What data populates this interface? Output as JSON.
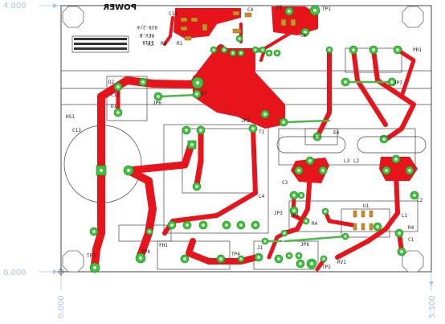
{
  "dimensions": {
    "y_top": "4.000",
    "y_origin": "0.000",
    "x_origin": "0.000",
    "x_right": "5.500"
  },
  "logo": "POWER",
  "board_text": [
    "029-2/4",
    "REV.B",
    "1118"
  ],
  "labels": {
    "C14": "C14",
    "R1": "R1",
    "R2": "R2",
    "R3": "R3",
    "C5": "C5",
    "C6": "C6",
    "C13": "C13",
    "C12": "C12",
    "C4": "C4",
    "C3": "C3",
    "C2": "C2",
    "C1": "C1",
    "D1": "D1",
    "D2": "D2",
    "Q1": "Q1",
    "HS1": "HS1",
    "JP1": "JP1",
    "JP2": "JP2",
    "JP3": "JP3",
    "JP6": "JP6",
    "JP7": "JP7",
    "JP8": "JP8",
    "TP1": "TP1",
    "TP2": "TP2",
    "TP3": "TP3",
    "TP4": "TP4",
    "TP7": "TP7",
    "TP8": "TP8",
    "FH1": "FH1",
    "E4": "E4",
    "L2": "L2",
    "L3": "L3",
    "L1": "L1",
    "U1": "U1",
    "T1": "T1",
    "J1": "J1",
    "L4": "L4",
    "R4": "R4",
    "RV1": "RV1",
    "PR1": "PR1",
    "R4B": "R4"
  },
  "colors": {
    "copper": "#e8141b",
    "pad": "#3cc43c",
    "jumper": "#4ab84a",
    "dimension": "#a9c4e8"
  }
}
